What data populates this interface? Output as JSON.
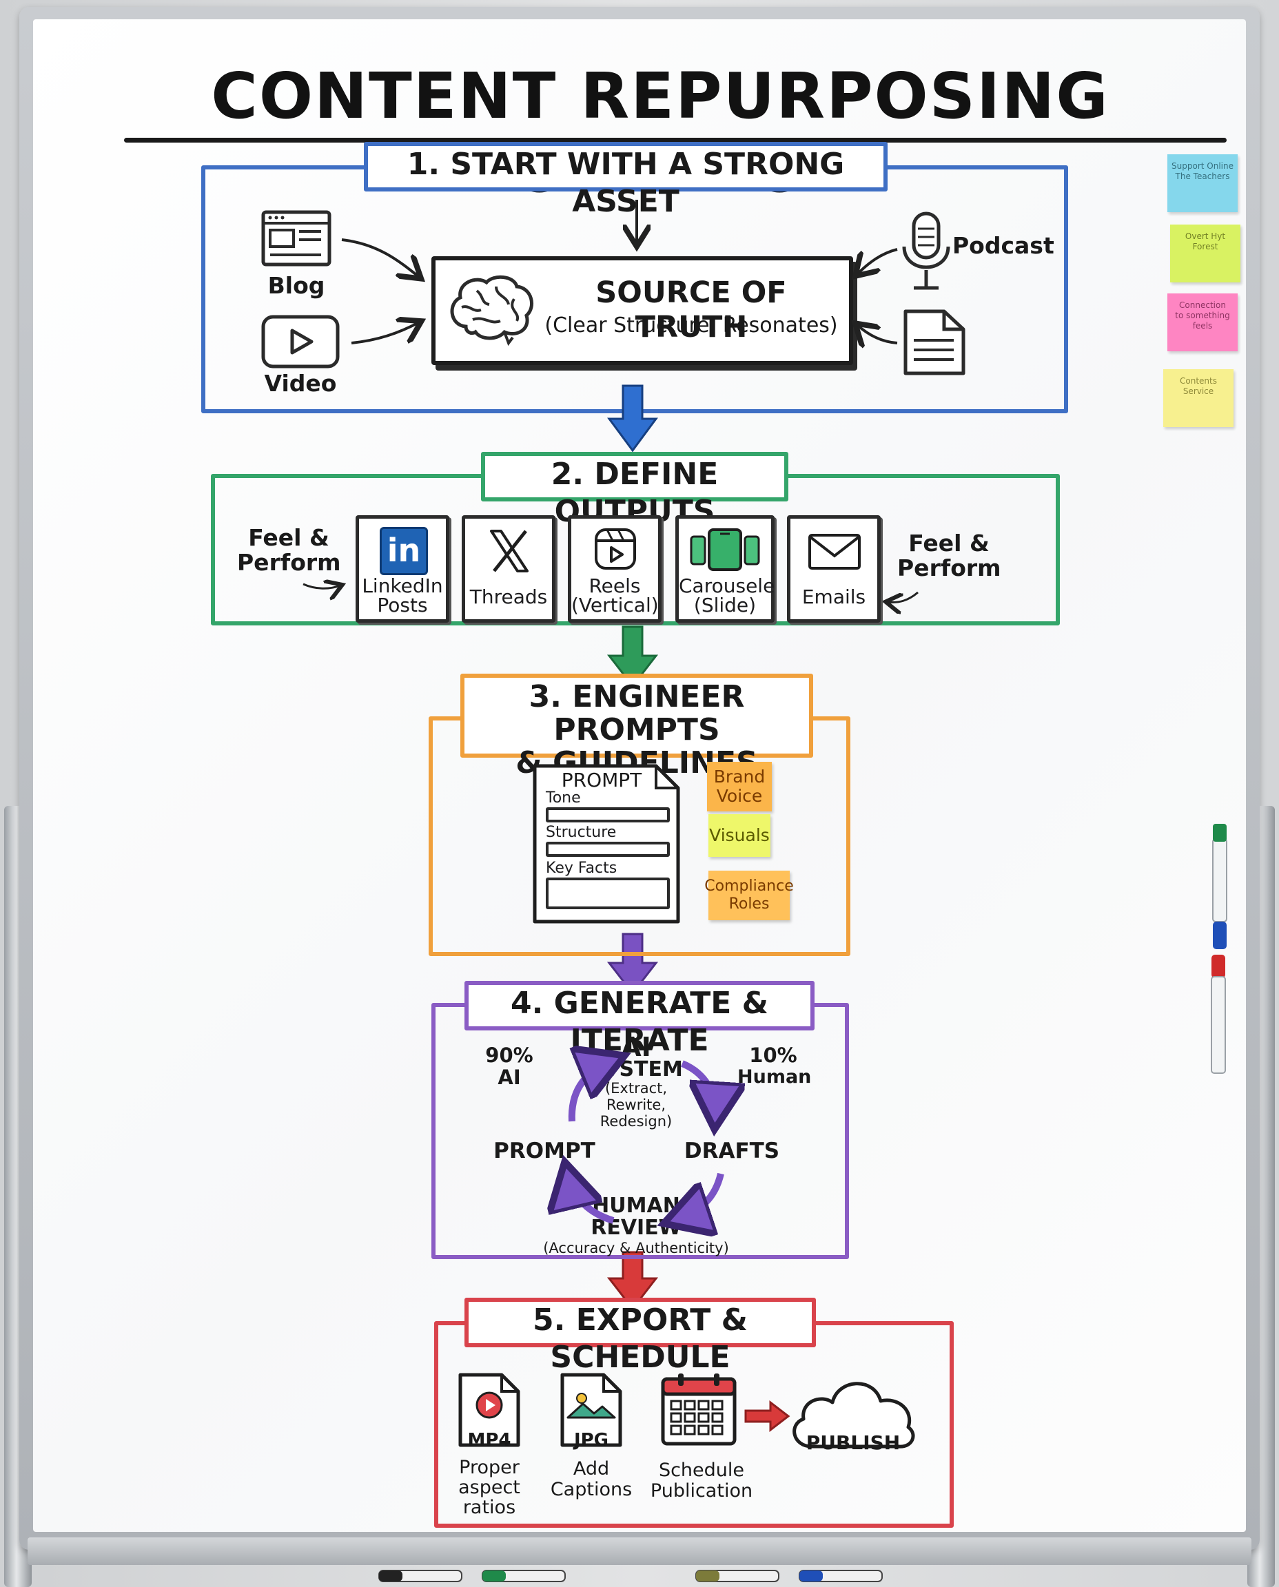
{
  "title": "CONTENT REPURPOSING WORKFLOW",
  "colors": {
    "step1": "#3f6fc4",
    "step2": "#34a56a",
    "step3": "#f0a03c",
    "step4": "#8a5cc4",
    "step5": "#d9434b",
    "arrow1": "#2f6fd0",
    "arrow2": "#2e9b5a",
    "arrow3": "#7a52c2",
    "arrow4": "#d83a3a"
  },
  "step1": {
    "title": "1. START WITH A STRONG ASSET",
    "source_title": "SOURCE OF TRUTH",
    "source_subtitle": "(Clear Structure, Resonates)",
    "inputs": {
      "blog": "Blog",
      "video": "Video",
      "podcast": "Podcast"
    },
    "icons": [
      "blog-icon",
      "video-icon",
      "brain-icon",
      "microphone-icon",
      "document-icon"
    ]
  },
  "step2": {
    "title": "2. DEFINE OUTPUTS",
    "left_note_1": "Feel &",
    "left_note_2": "Perform",
    "right_note_1": "Feel &",
    "right_note_2": "Perform",
    "outputs": [
      {
        "line1": "LinkedIn",
        "line2": "Posts",
        "icon": "linkedin-icon",
        "icon_text": "in"
      },
      {
        "line1": "Threads",
        "line2": "",
        "icon": "x-icon"
      },
      {
        "line1": "Reels",
        "line2": "(Vertical)",
        "icon": "reels-icon"
      },
      {
        "line1": "Carousele",
        "line2": "(Slide)",
        "icon": "carousel-icon"
      },
      {
        "line1": "Emails",
        "line2": "",
        "icon": "envelope-icon"
      }
    ]
  },
  "step3": {
    "title_line1": "3. ENGINEER PROMPTS",
    "title_line2": "& GUIDELINES",
    "prompt_title": "PROMPT",
    "fields": [
      "Tone",
      "Structure",
      "Key Facts"
    ],
    "stickies": [
      {
        "line1": "Brand",
        "line2": "Voice",
        "color": "#fbb54a"
      },
      {
        "line1": "Visuals",
        "line2": "",
        "color": "#eef76a"
      },
      {
        "line1": "Compliance",
        "line2": "Roles",
        "color": "#ffc15a"
      }
    ]
  },
  "step4": {
    "title": "4. GENERATE & ITERATE",
    "ai_pct_1": "90%",
    "ai_pct_2": "AI",
    "human_pct_1": "10%",
    "human_pct_2": "Human",
    "center_1": "AI",
    "center_2": "SYSTEM",
    "center_3": "(Extract,",
    "center_4": "Rewrite,",
    "center_5": "Redesign)",
    "node_left": "PROMPT",
    "node_right": "DRAFTS",
    "review_1": "HUMAN",
    "review_2": "REVIEW",
    "review_3": "(Accuracy & Authenticity)"
  },
  "step5": {
    "title": "5. EXPORT & SCHEDULE",
    "mp4_label": "MP4",
    "jpg_label": "JPG",
    "mp4_caption": [
      "Proper",
      "aspect",
      "ratios"
    ],
    "jpg_caption": [
      "Add",
      "Captions"
    ],
    "schedule_caption": [
      "Schedule",
      "Publication"
    ],
    "publish_label": "PUBLISH",
    "icons": [
      "mp4-file-icon",
      "jpg-file-icon",
      "calendar-icon",
      "cloud-icon"
    ]
  },
  "side_stickies": [
    {
      "line1": "Support Online",
      "line2": "The Teachers",
      "color": "#7fd6ec"
    },
    {
      "line1": "Overt Hyt",
      "line2": "Forest",
      "color": "#d8f25a"
    },
    {
      "line1": "Connection",
      "line2": "to something feels",
      "color": "#ff7fc0"
    },
    {
      "line1": "Contents",
      "line2": "Service",
      "color": "#f7f08a"
    }
  ]
}
